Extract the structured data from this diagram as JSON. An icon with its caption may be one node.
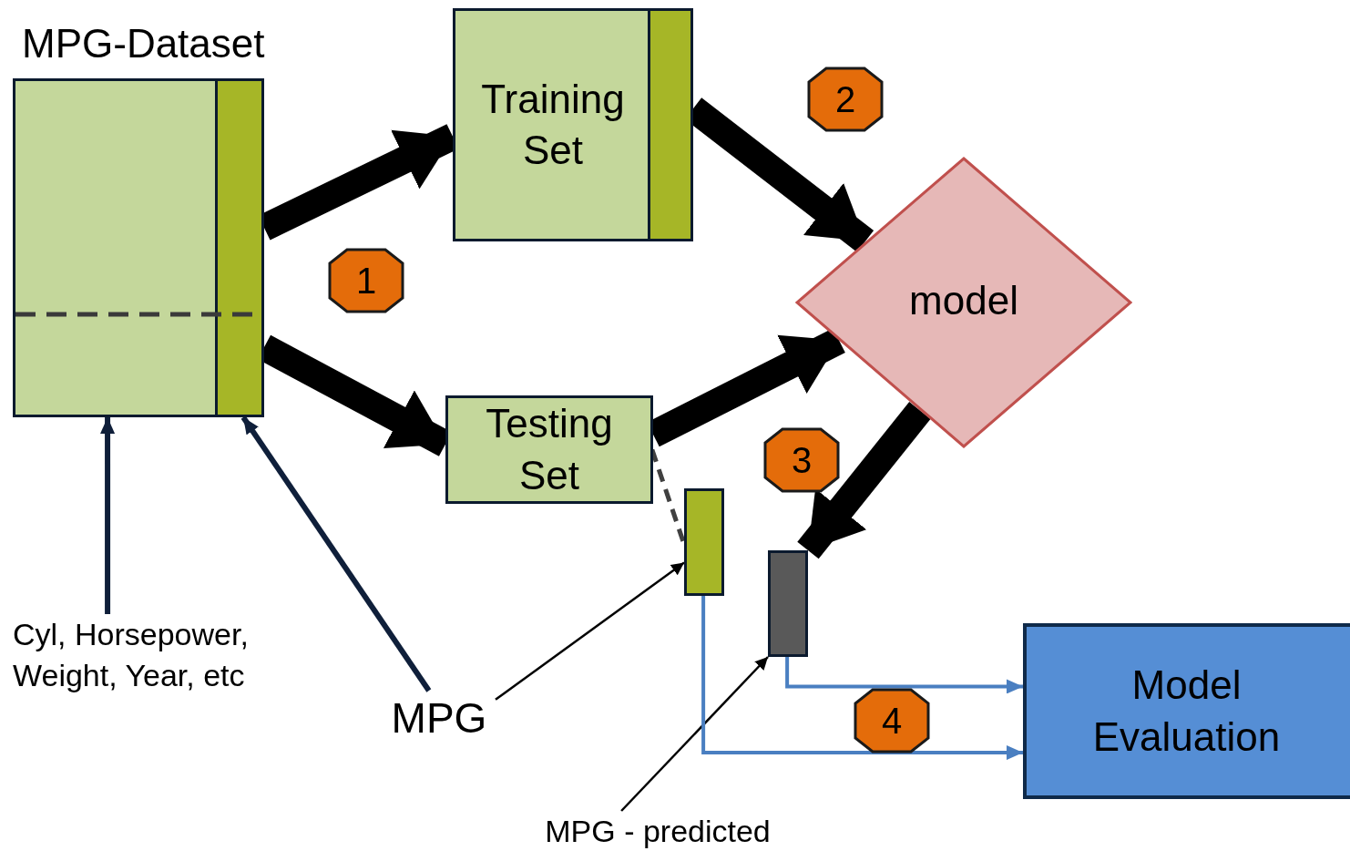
{
  "diagram": {
    "nodes": [
      {
        "text": [
          "MPG-Dataset"
        ]
      },
      {
        "text": [
          "Training Set"
        ]
      },
      {
        "text": [
          "Testing Set"
        ]
      },
      {
        "text": [
          "model"
        ]
      },
      {
        "text": [
          "Model Evaluation"
        ]
      },
      {
        "text": [],
        "shape": "bar"
      },
      {
        "text": [],
        "shape": "bar"
      },
      {
        "text": [
          "Cyl, Horsepower, Weight, Year, etc"
        ]
      },
      {
        "text": [
          "MPG"
        ]
      },
      {
        "text": [
          "MPG - predicted"
        ]
      },
      {
        "text": [
          "1"
        ]
      },
      {
        "text": [
          "2"
        ]
      },
      {
        "text": [
          "3"
        ]
      },
      {
        "text": [
          "4"
        ]
      }
    ],
    "edges": [
      {
        "from": 0,
        "to": 1,
        "arrow": "to",
        "style": "thick"
      },
      {
        "from": 0,
        "to": 2,
        "arrow": "to",
        "style": "thick"
      },
      {
        "from": 1,
        "to": 3,
        "arrow": "to",
        "style": "thick"
      },
      {
        "from": 2,
        "to": 3,
        "arrow": "to",
        "style": "thick"
      },
      {
        "from": 3,
        "to": 6,
        "arrow": "to",
        "style": "thick"
      },
      {
        "from": 2,
        "to": 5,
        "arrow": "none",
        "style": "dashed",
        "color": "#404040"
      },
      {
        "from": 7,
        "to": 0,
        "arrow": "to",
        "color": "#0f1f3a"
      },
      {
        "from": 8,
        "to": 0,
        "arrow": "to",
        "color": "#0f1f3a"
      },
      {
        "from": 8,
        "to": 5,
        "arrow": "to"
      },
      {
        "from": 9,
        "to": 6,
        "arrow": "to"
      },
      {
        "from": 6,
        "to": 4,
        "arrow": "to",
        "color": "#4a7fc1"
      },
      {
        "from": 5,
        "to": 4,
        "arrow": "to",
        "color": "#4a7fc1"
      }
    ]
  }
}
